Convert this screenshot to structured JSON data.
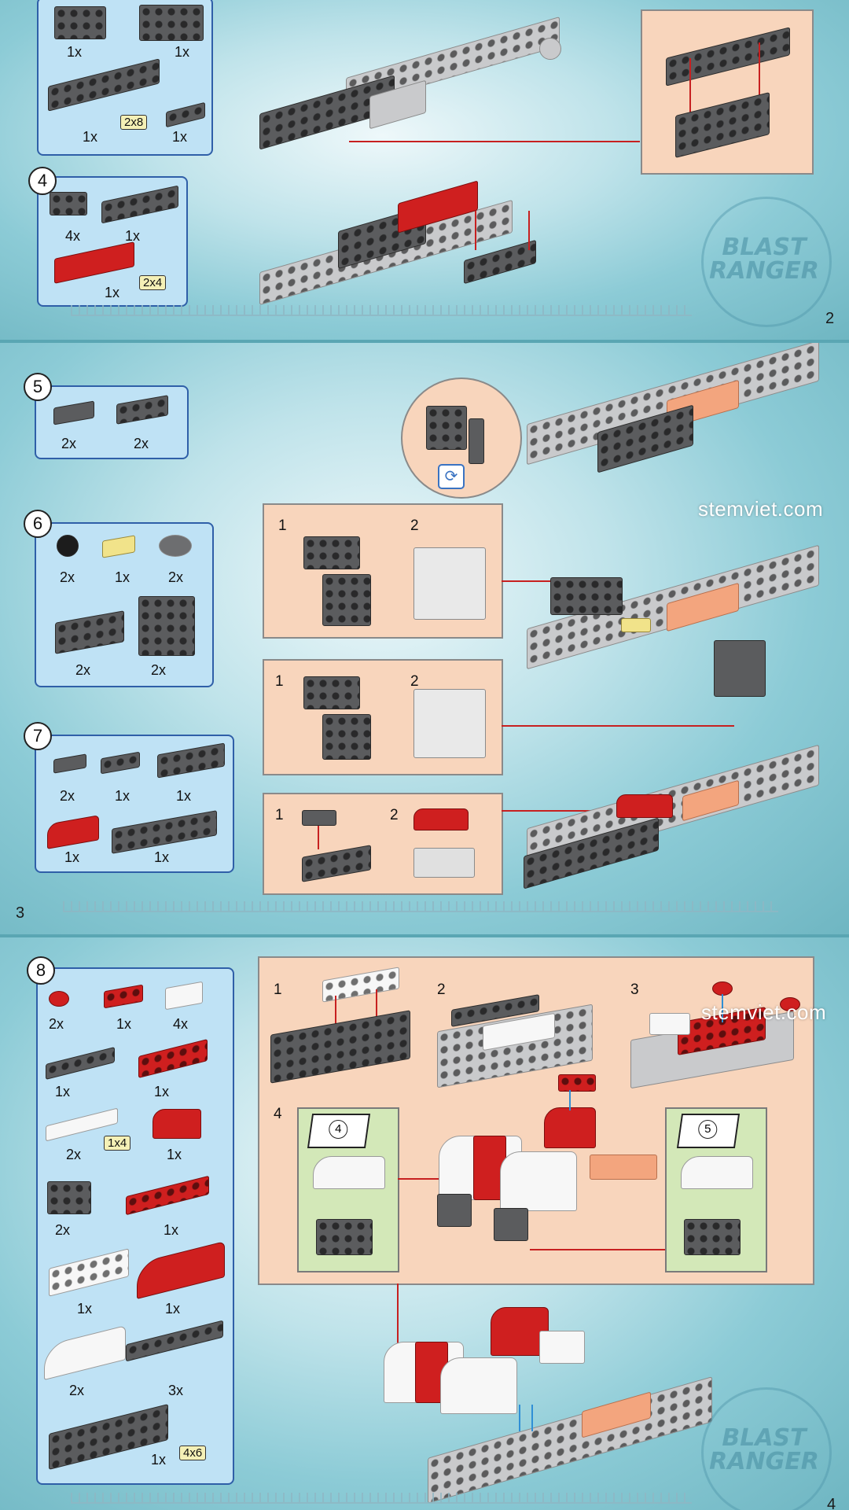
{
  "page2": {
    "page_number": "2",
    "top_parts": {
      "qty": [
        "1x",
        "1x",
        "1x",
        "1x"
      ],
      "size_tag": "2x8"
    },
    "step4": {
      "step": "4",
      "qty": [
        "4x",
        "1x",
        "1x"
      ],
      "size_tag": "2x4"
    }
  },
  "page3": {
    "page_number": "3",
    "watermark": "stemviet.com",
    "step5": {
      "step": "5",
      "qty": [
        "2x",
        "2x"
      ]
    },
    "step6": {
      "step": "6",
      "qty": [
        "2x",
        "1x",
        "2x",
        "2x",
        "2x"
      ],
      "sub_a": {
        "n1": "1",
        "n2": "2"
      },
      "sub_b": {
        "n1": "1",
        "n2": "2"
      }
    },
    "step7": {
      "step": "7",
      "qty": [
        "2x",
        "1x",
        "1x",
        "1x",
        "1x"
      ],
      "sub": {
        "n1": "1",
        "n2": "2"
      }
    }
  },
  "page4": {
    "page_number": "4",
    "watermark": "stemviet.com",
    "step8": {
      "step": "8",
      "qty": [
        "2x",
        "1x",
        "4x",
        "1x",
        "1x",
        "2x",
        "1x",
        "2x",
        "1x",
        "1x",
        "1x",
        "2x",
        "3x",
        "1x"
      ],
      "tags": [
        "1x4",
        "4x6"
      ],
      "sub": {
        "n1": "1",
        "n2": "2",
        "n3": "3",
        "n4": "4",
        "sticker_left": "4",
        "sticker_right": "5"
      }
    }
  },
  "logo": {
    "line1": "BLAST",
    "line2": "RANGER"
  },
  "colors": {
    "page_bg": "#8ccbd6",
    "parts_box": "#bfe2f5",
    "sub_box": "#f8d5bc",
    "arrow": "#c72020",
    "step_border": "#2f5fa8"
  }
}
